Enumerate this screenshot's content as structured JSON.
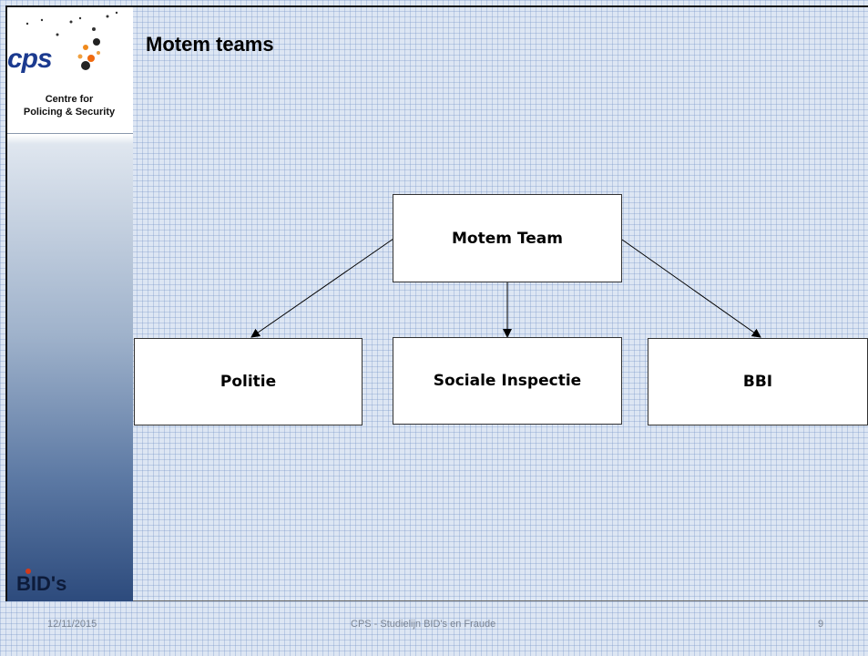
{
  "logo": {
    "text": "cps",
    "subtitle_line1": "Centre for",
    "subtitle_line2": "Policing & Security"
  },
  "sidebar": {
    "bottom_logo": "BID's"
  },
  "slide": {
    "title": "Motem teams"
  },
  "diagram": {
    "nodes": [
      {
        "id": "root",
        "label": "Motem Team"
      },
      {
        "id": "politie",
        "label": "Politie"
      },
      {
        "id": "sociale",
        "label": "Sociale Inspectie"
      },
      {
        "id": "bbi",
        "label": "BBI"
      }
    ],
    "edges": [
      {
        "from": "root",
        "to": "politie"
      },
      {
        "from": "root",
        "to": "sociale"
      },
      {
        "from": "root",
        "to": "bbi"
      }
    ]
  },
  "footer": {
    "date": "12/11/2015",
    "center": "CPS - Studielijn BID's en Fraude",
    "page": "9"
  }
}
